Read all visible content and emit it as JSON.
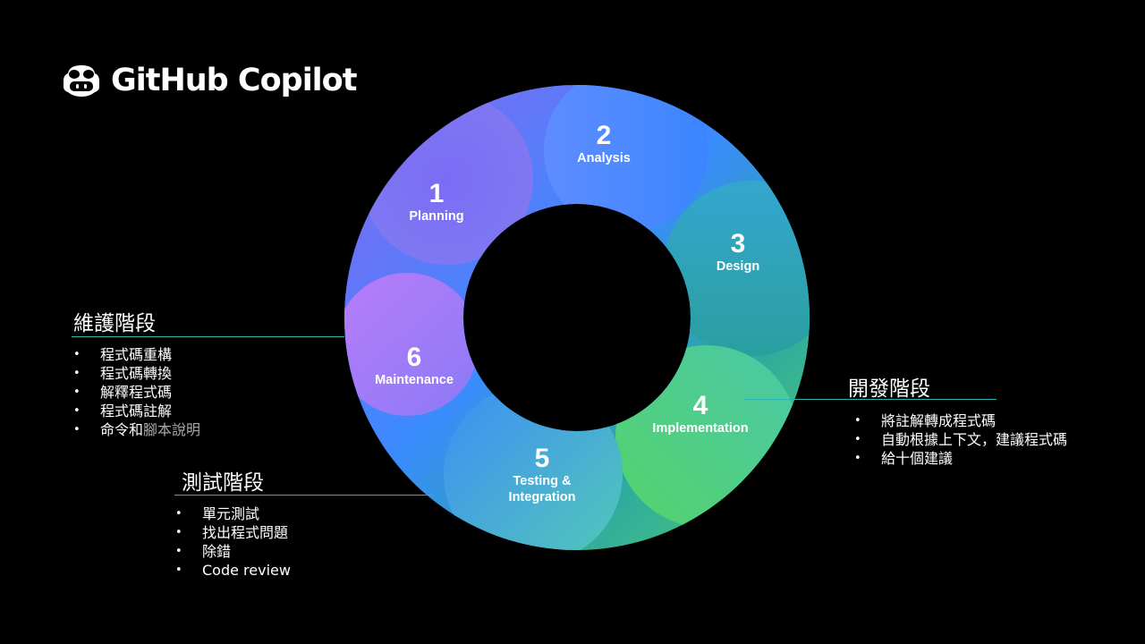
{
  "logo": {
    "text": "GitHub Copilot",
    "icon": "copilot-icon"
  },
  "cycle": {
    "segments": [
      {
        "number": "1",
        "name": "Planning"
      },
      {
        "number": "2",
        "name": "Analysis"
      },
      {
        "number": "3",
        "name": "Design"
      },
      {
        "number": "4",
        "name": "Implementation"
      },
      {
        "number": "5",
        "name_line1": "Testing &",
        "name_line2": "Integration"
      },
      {
        "number": "6",
        "name": "Maintenance"
      }
    ]
  },
  "phases": {
    "maintenance": {
      "title": "維護階段",
      "items": [
        "程式碼重構",
        "程式碼轉換",
        "解釋程式碼",
        "程式碼註解"
      ],
      "last_item_main": "命令和",
      "last_item_dim": "腳本說明"
    },
    "testing": {
      "title": "測試階段",
      "items": [
        "單元測試",
        "找出程式問題",
        "除錯",
        "Code review"
      ]
    },
    "development": {
      "title": "開發階段",
      "items": [
        "將註解轉成程式碼",
        "自動根據上下文，建議程式碼",
        "給十個建議"
      ]
    }
  },
  "colors": {
    "background": "#000000",
    "accent_line": "#25b6b2",
    "ring_purple": "#8a63f0",
    "ring_blue": "#3b8bff",
    "ring_teal": "#2aa6a6",
    "ring_green": "#52cf6a"
  }
}
